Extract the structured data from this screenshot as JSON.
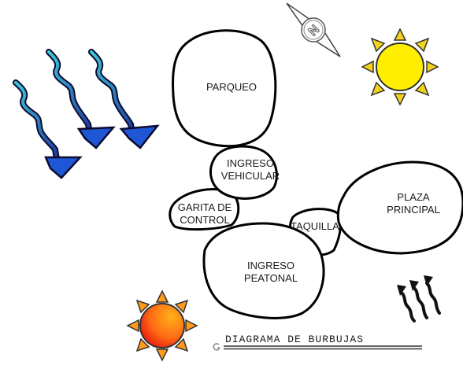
{
  "bubbles": {
    "parqueo": "PARQUEO",
    "ingreso_vehicular": [
      "INGRESO",
      "VEHICULAR"
    ],
    "garita_control": [
      "GARITA DE",
      "CONTROL"
    ],
    "ingreso_peatonal": [
      "INGRESO",
      "PEATONAL"
    ],
    "taquilla": "TAQUILLA",
    "plaza_principal": [
      "PLAZA",
      "PRINCIPAL"
    ]
  },
  "title": "DIAGRAMA DE BURBUJAS",
  "compass_letter": "N",
  "colors": {
    "wind_fill": "#1f56d6",
    "wind_dark": "#0b0b30",
    "wind_light": "#3ec8d8",
    "sun_yellow": "#ffee00",
    "sun_ray_yellow": "#f3d21c",
    "sunset_red": "#ee2211",
    "sunset_orange": "#ff8a1a"
  }
}
